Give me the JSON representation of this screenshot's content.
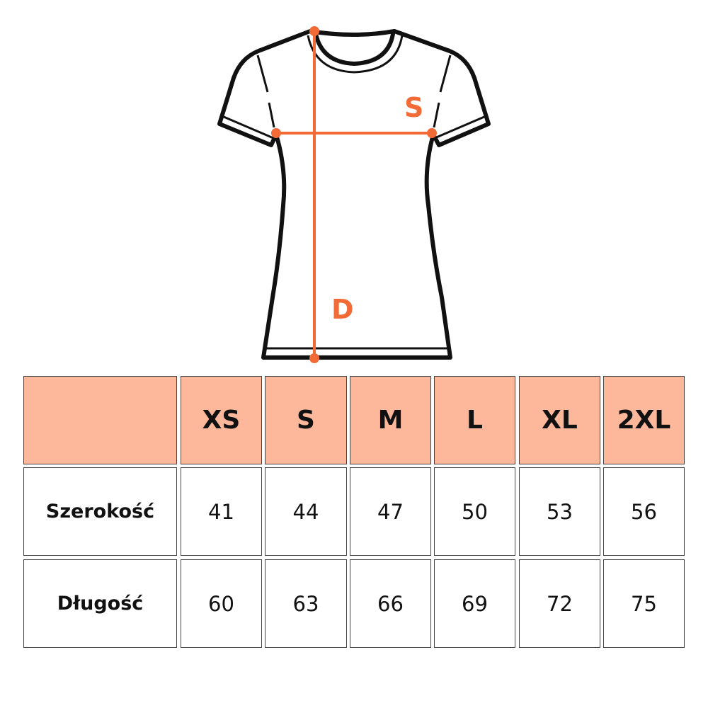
{
  "diagram": {
    "labels": {
      "width": "S",
      "length": "D"
    },
    "accent_color": "#f26a35",
    "header_fill": "#fdb89b"
  },
  "table": {
    "corner": "",
    "sizes": [
      "XS",
      "S",
      "M",
      "L",
      "XL",
      "2XL"
    ],
    "rows": [
      {
        "label": "Szerokość",
        "values": [
          "41",
          "44",
          "47",
          "50",
          "53",
          "56"
        ]
      },
      {
        "label": "Długość",
        "values": [
          "60",
          "63",
          "66",
          "69",
          "72",
          "75"
        ]
      }
    ]
  }
}
